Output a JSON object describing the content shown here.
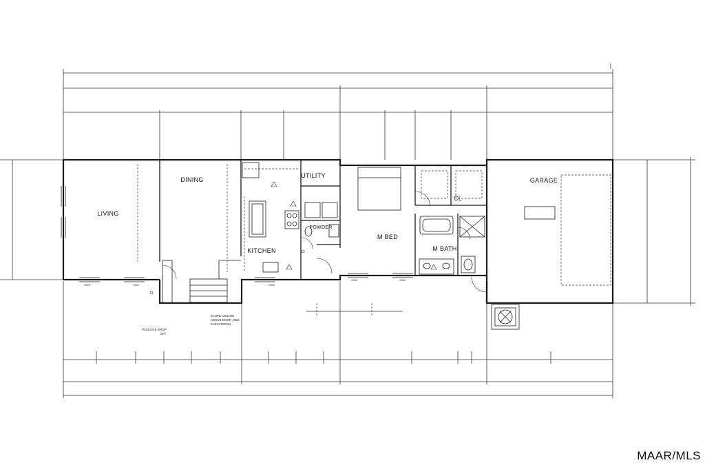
{
  "rooms": {
    "living": "LIVING",
    "dining": "DINING",
    "kitchen": "KITCHEN",
    "utility": "UTILITY",
    "powder": "POWDER",
    "m_bed": "M BED",
    "cl": "CL",
    "m_bath": "M BATH",
    "garage": "GARAGE"
  },
  "notes": {
    "package_drop_1": "PACKAGE DROP",
    "package_drop_2": "OFF",
    "slope_1": "SLOPE CEILING",
    "slope_2": "ABOVE DOOR (SEE",
    "slope_3": "ELEVATIONS)",
    "window_code_1": "2868",
    "window_code_2": "2868",
    "window_code_3": "2868",
    "window_code_4": "2868",
    "window_code_5": "2868"
  },
  "watermark": "MAAR/MLS",
  "colors": {
    "line": "#1a1a1a",
    "light_line": "#555555",
    "background": "#ffffff"
  }
}
